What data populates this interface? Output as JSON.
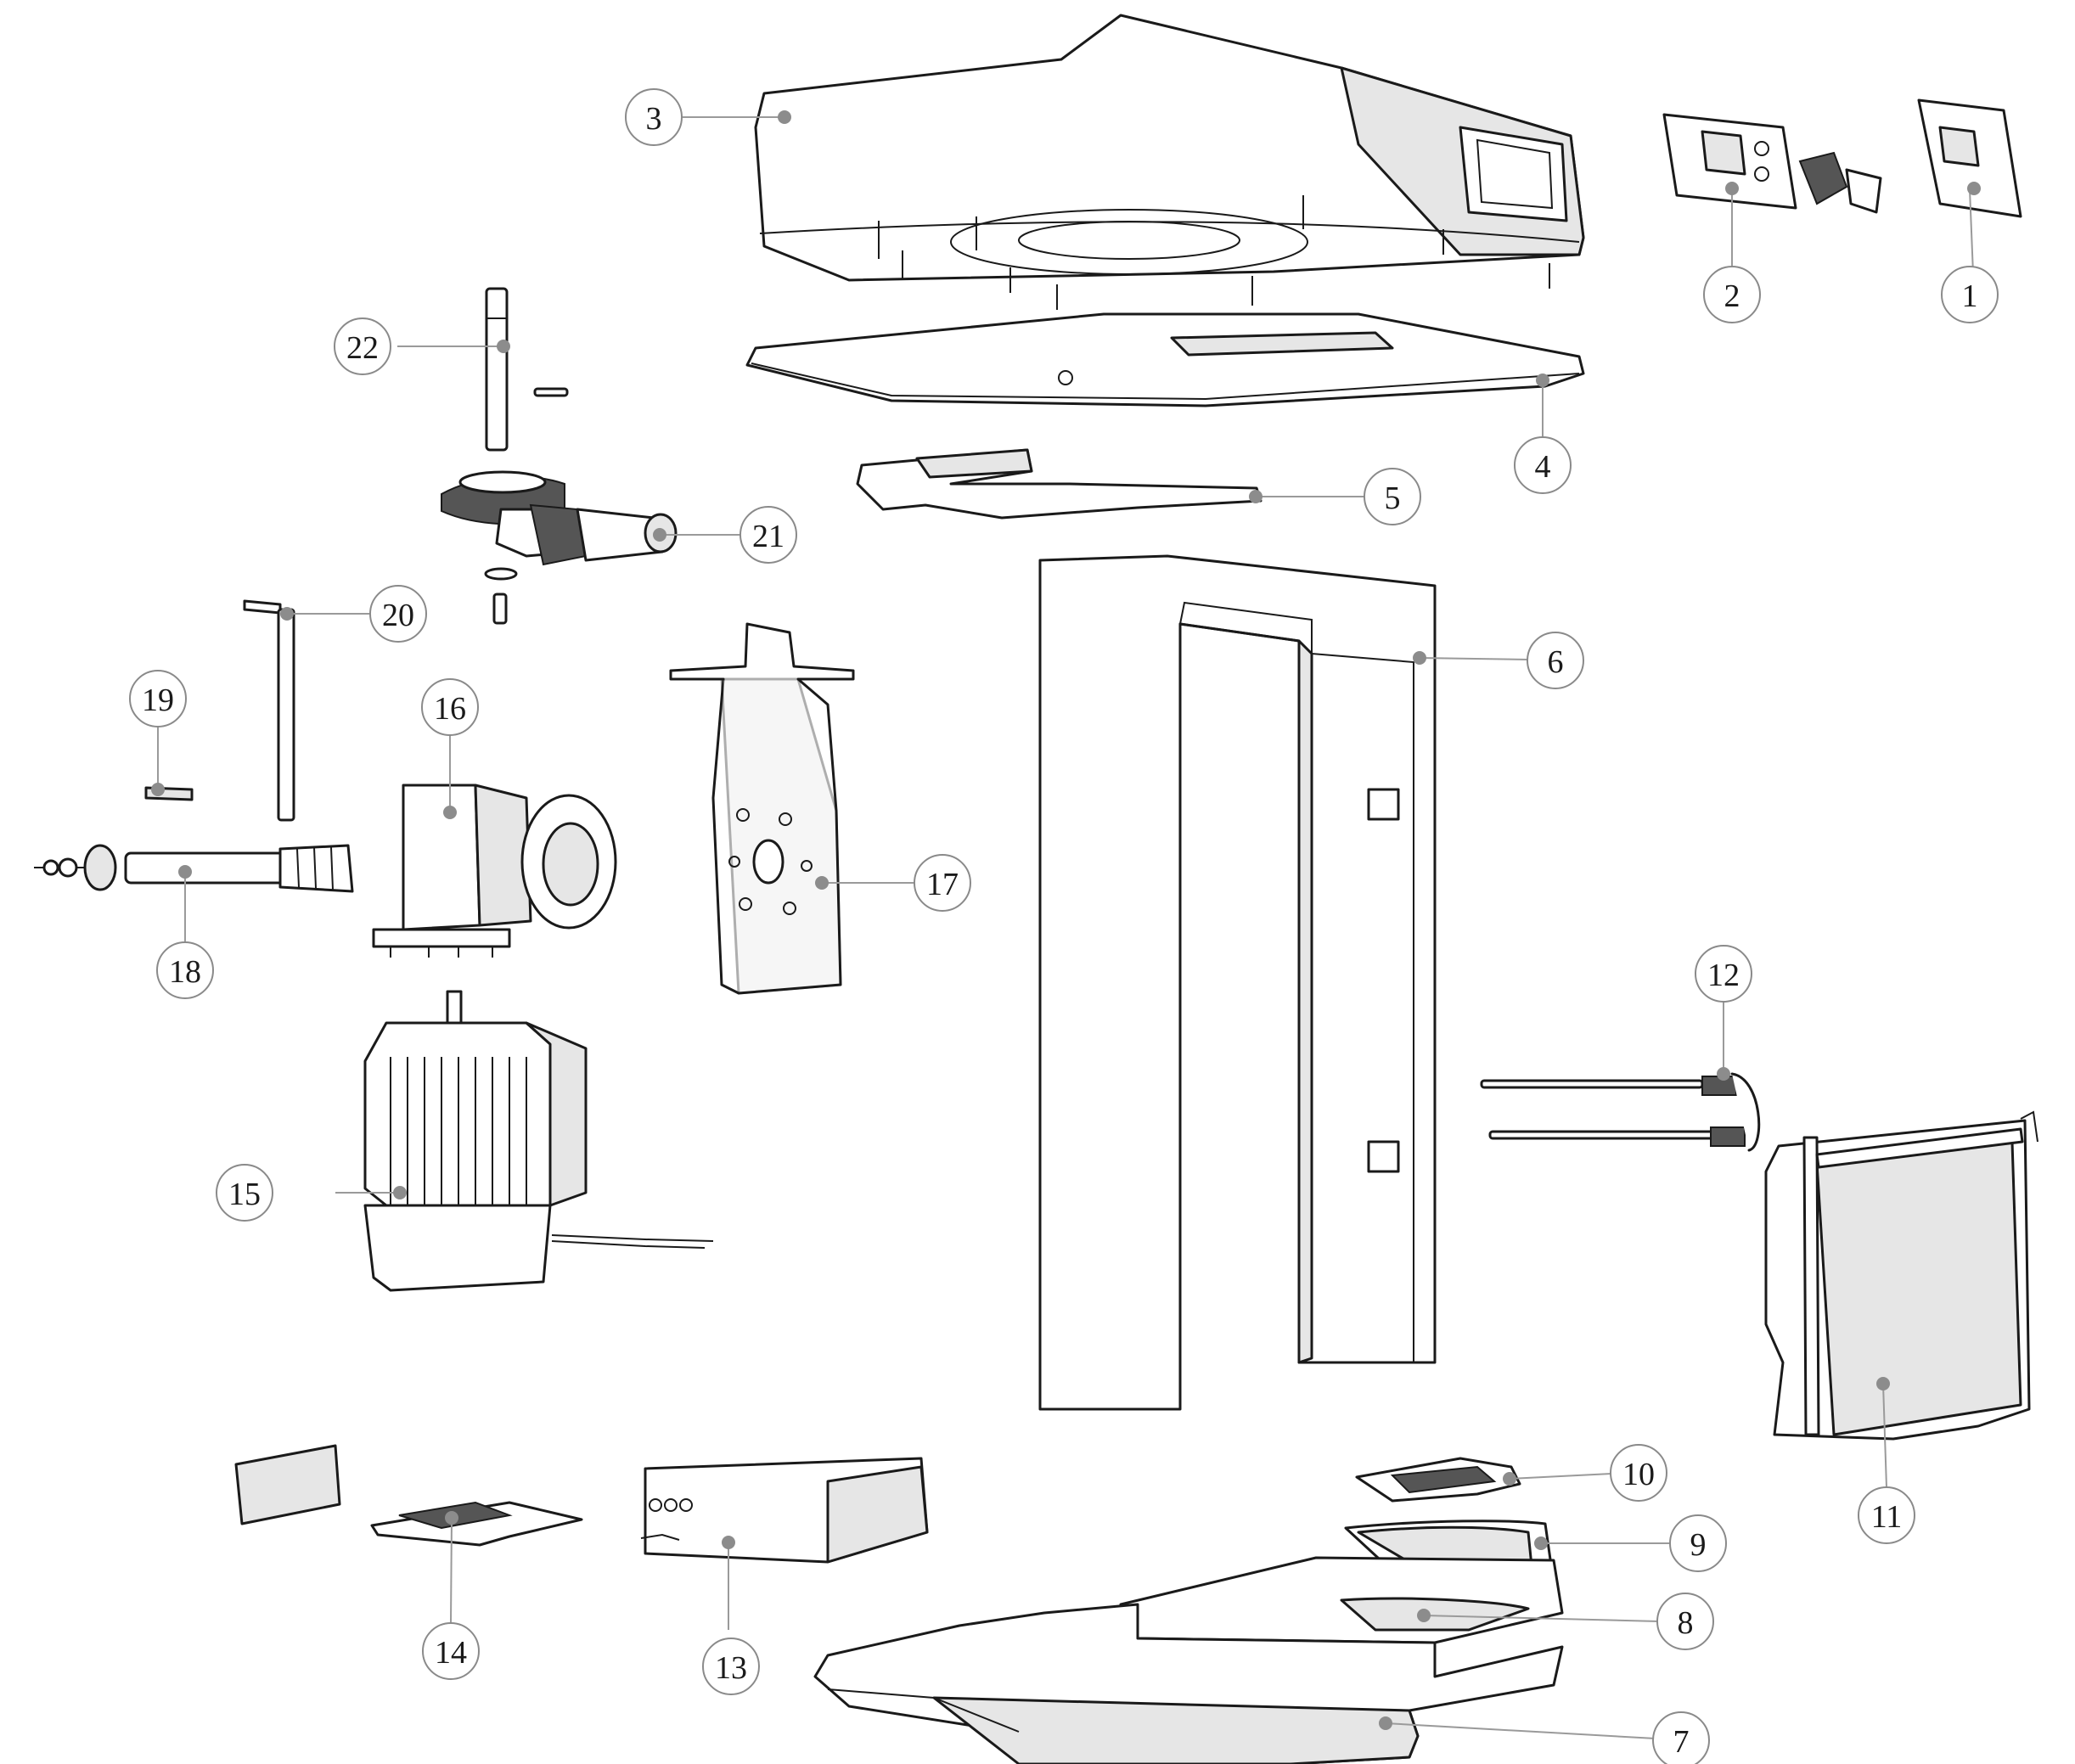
{
  "callouts": [
    {
      "id": "1",
      "label": "1"
    },
    {
      "id": "2",
      "label": "2"
    },
    {
      "id": "3",
      "label": "3"
    },
    {
      "id": "4",
      "label": "4"
    },
    {
      "id": "5",
      "label": "5"
    },
    {
      "id": "6",
      "label": "6"
    },
    {
      "id": "7",
      "label": "7"
    },
    {
      "id": "8",
      "label": "8"
    },
    {
      "id": "9",
      "label": "9"
    },
    {
      "id": "10",
      "label": "10"
    },
    {
      "id": "11",
      "label": "11"
    },
    {
      "id": "12",
      "label": "12"
    },
    {
      "id": "13",
      "label": "13"
    },
    {
      "id": "14",
      "label": "14"
    },
    {
      "id": "15",
      "label": "15"
    },
    {
      "id": "16",
      "label": "16"
    },
    {
      "id": "17",
      "label": "17"
    },
    {
      "id": "18",
      "label": "18"
    },
    {
      "id": "19",
      "label": "19"
    },
    {
      "id": "20",
      "label": "20"
    },
    {
      "id": "21",
      "label": "21"
    },
    {
      "id": "22",
      "label": "22"
    }
  ],
  "colors": {
    "line": "#1a1a1a",
    "shade": "#e6e6e6",
    "leader": "#9a9a9a",
    "callout_border": "#8a8a8a"
  }
}
